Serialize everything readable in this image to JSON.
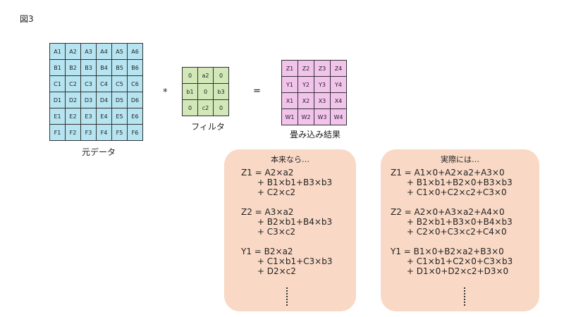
{
  "figure_label": "図3",
  "input": {
    "caption": "元データ",
    "rows": [
      [
        "A1",
        "A2",
        "A3",
        "A4",
        "A5",
        "A6"
      ],
      [
        "B1",
        "B2",
        "B3",
        "B4",
        "B5",
        "B6"
      ],
      [
        "C1",
        "C2",
        "C3",
        "C4",
        "C5",
        "C6"
      ],
      [
        "D1",
        "D2",
        "D3",
        "D4",
        "D5",
        "D6"
      ],
      [
        "E1",
        "E2",
        "E3",
        "E4",
        "E5",
        "E6"
      ],
      [
        "F1",
        "F2",
        "F3",
        "F4",
        "F5",
        "F6"
      ]
    ]
  },
  "operator_conv": "*",
  "operator_eq": "=",
  "filter": {
    "caption": "フィルタ",
    "rows": [
      [
        "0",
        "a2",
        "0"
      ],
      [
        "b1",
        "0",
        "b3"
      ],
      [
        "0",
        "c2",
        "0"
      ]
    ]
  },
  "output": {
    "caption": "畳み込み結果",
    "rows": [
      [
        "Z1",
        "Z2",
        "Z3",
        "Z4"
      ],
      [
        "Y1",
        "Y2",
        "Y3",
        "Y4"
      ],
      [
        "X1",
        "X2",
        "X3",
        "X4"
      ],
      [
        "W1",
        "W2",
        "W3",
        "W4"
      ]
    ]
  },
  "panel_ideal": {
    "title": "本来なら…",
    "equations": [
      "Z1 = A2×a2\n      + B1×b1+B3×b3\n      + C2×c2",
      "Z2 = A3×a2\n      + B2×b1+B4×b3\n      + C3×c2",
      "Y1 = B2×a2\n      + C1×b1+C3×b3\n      + D2×c2"
    ]
  },
  "panel_actual": {
    "title": "実際には…",
    "equations": [
      "Z1 = A1×0+A2×a2+A3×0\n      + B1×b1+B2×0+B3×b3\n      + C1×0+C2×c2+C3×0",
      "Z2 = A2×0+A3×a2+A4×0\n      + B2×b1+B3×0+B4×b3\n      + C2×0+C3×c2+C4×0",
      "Y1 = B1×0+B2×a2+B3×0\n      + C1×b1+C2×0+C3×b3\n      + D1×0+D2×c2+D3×0"
    ]
  }
}
